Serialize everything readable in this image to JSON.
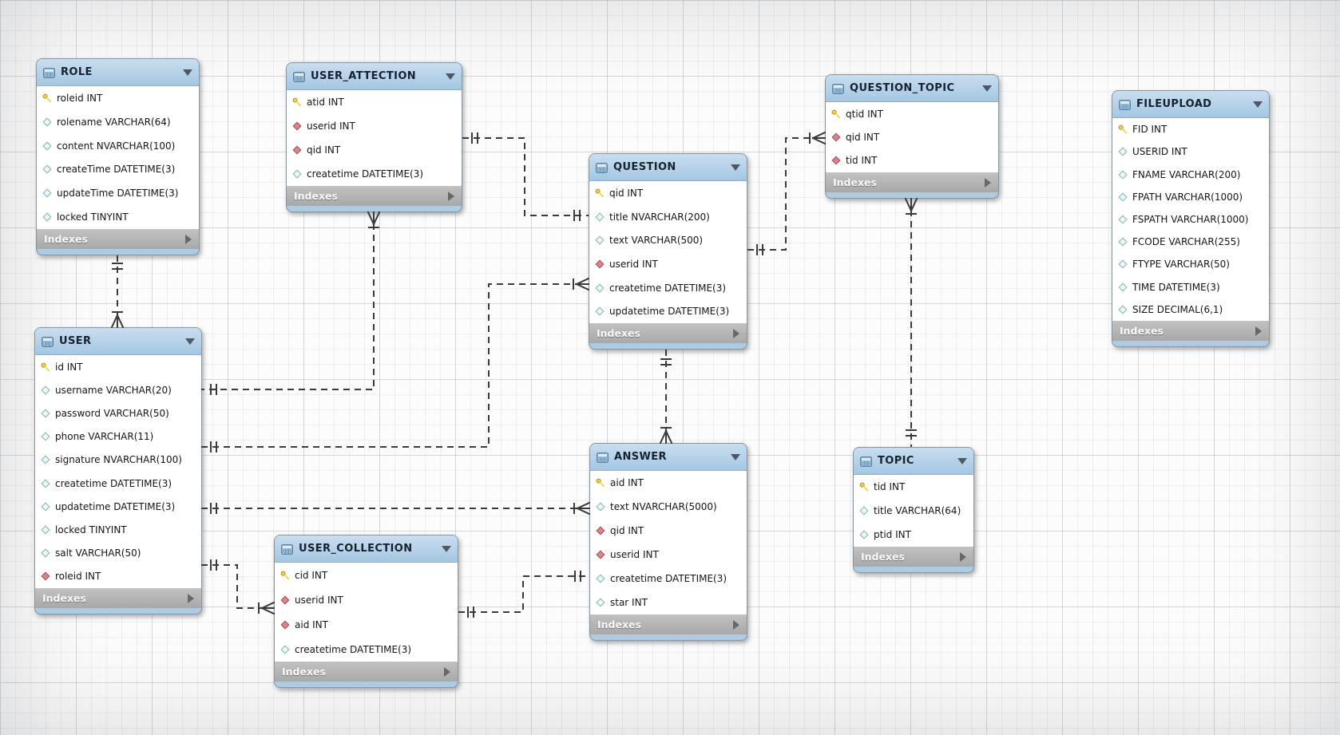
{
  "diagram": {
    "type": "EER database diagram",
    "indexes_label": "Indexes",
    "tables": [
      {
        "name": "ROLE",
        "columns": [
          {
            "icon": "key",
            "label": "roleid INT"
          },
          {
            "icon": "col",
            "label": "rolename VARCHAR(64)"
          },
          {
            "icon": "col",
            "label": "content NVARCHAR(100)"
          },
          {
            "icon": "col",
            "label": "createTime DATETIME(3)"
          },
          {
            "icon": "col",
            "label": "updateTime DATETIME(3)"
          },
          {
            "icon": "col",
            "label": "locked TINYINT"
          }
        ]
      },
      {
        "name": "USER_ATTECTION",
        "columns": [
          {
            "icon": "key",
            "label": "atid INT"
          },
          {
            "icon": "fk",
            "label": "userid INT"
          },
          {
            "icon": "fk",
            "label": "qid INT"
          },
          {
            "icon": "col",
            "label": "createtime DATETIME(3)"
          }
        ]
      },
      {
        "name": "QUESTION_TOPIC",
        "columns": [
          {
            "icon": "key",
            "label": "qtid INT"
          },
          {
            "icon": "fk",
            "label": "qid INT"
          },
          {
            "icon": "fk",
            "label": "tid INT"
          }
        ]
      },
      {
        "name": "FILEUPLOAD",
        "columns": [
          {
            "icon": "key",
            "label": "FID INT"
          },
          {
            "icon": "col",
            "label": "USERID INT"
          },
          {
            "icon": "col",
            "label": "FNAME VARCHAR(200)"
          },
          {
            "icon": "col",
            "label": "FPATH VARCHAR(1000)"
          },
          {
            "icon": "col",
            "label": "FSPATH VARCHAR(1000)"
          },
          {
            "icon": "col",
            "label": "FCODE VARCHAR(255)"
          },
          {
            "icon": "col",
            "label": "FTYPE VARCHAR(50)"
          },
          {
            "icon": "col",
            "label": "TIME DATETIME(3)"
          },
          {
            "icon": "col",
            "label": "SIZE DECIMAL(6,1)"
          }
        ]
      },
      {
        "name": "QUESTION",
        "columns": [
          {
            "icon": "key",
            "label": "qid INT"
          },
          {
            "icon": "col",
            "label": "title NVARCHAR(200)"
          },
          {
            "icon": "col",
            "label": "text VARCHAR(500)"
          },
          {
            "icon": "fk",
            "label": "userid INT"
          },
          {
            "icon": "col",
            "label": "createtime DATETIME(3)"
          },
          {
            "icon": "col",
            "label": "updatetime DATETIME(3)"
          }
        ]
      },
      {
        "name": "USER",
        "columns": [
          {
            "icon": "key",
            "label": "id INT"
          },
          {
            "icon": "col",
            "label": "username VARCHAR(20)"
          },
          {
            "icon": "col",
            "label": "password VARCHAR(50)"
          },
          {
            "icon": "col",
            "label": "phone VARCHAR(11)"
          },
          {
            "icon": "col",
            "label": "signature NVARCHAR(100)"
          },
          {
            "icon": "col",
            "label": "createtime DATETIME(3)"
          },
          {
            "icon": "col",
            "label": "updatetime DATETIME(3)"
          },
          {
            "icon": "col",
            "label": "locked TINYINT"
          },
          {
            "icon": "col",
            "label": "salt VARCHAR(50)"
          },
          {
            "icon": "fk",
            "label": "roleid INT"
          }
        ]
      },
      {
        "name": "USER_COLLECTION",
        "columns": [
          {
            "icon": "key",
            "label": "cid INT"
          },
          {
            "icon": "fk",
            "label": "userid INT"
          },
          {
            "icon": "fk",
            "label": "aid INT"
          },
          {
            "icon": "col",
            "label": "createtime DATETIME(3)"
          }
        ]
      },
      {
        "name": "ANSWER",
        "columns": [
          {
            "icon": "key",
            "label": "aid INT"
          },
          {
            "icon": "col",
            "label": "text NVARCHAR(5000)"
          },
          {
            "icon": "fk",
            "label": "qid INT"
          },
          {
            "icon": "fk",
            "label": "userid INT"
          },
          {
            "icon": "col",
            "label": "createtime DATETIME(3)"
          },
          {
            "icon": "col",
            "label": "star INT"
          }
        ]
      },
      {
        "name": "TOPIC",
        "columns": [
          {
            "icon": "key",
            "label": "tid INT"
          },
          {
            "icon": "col",
            "label": "title VARCHAR(64)"
          },
          {
            "icon": "col",
            "label": "ptid INT"
          }
        ]
      }
    ],
    "relationships": [
      {
        "id": "user_role",
        "from": "USER",
        "to": "ROLE",
        "from_cardinality": "many",
        "to_cardinality": "one",
        "style": "dashed"
      },
      {
        "id": "user_attection_user",
        "from": "USER_ATTECTION",
        "to": "USER",
        "from_cardinality": "many",
        "to_cardinality": "one",
        "style": "dashed"
      },
      {
        "id": "question_user",
        "from": "QUESTION",
        "to": "USER",
        "from_cardinality": "many",
        "to_cardinality": "one",
        "style": "dashed"
      },
      {
        "id": "answer_user",
        "from": "ANSWER",
        "to": "USER",
        "from_cardinality": "many",
        "to_cardinality": "one",
        "style": "dashed"
      },
      {
        "id": "user_collection_user",
        "from": "USER_COLLECTION",
        "to": "USER",
        "from_cardinality": "many",
        "to_cardinality": "one",
        "style": "dashed"
      },
      {
        "id": "user_attection_question",
        "from": "USER_ATTECTION",
        "to": "QUESTION",
        "from_cardinality": "one",
        "to_cardinality": "one",
        "style": "dashed"
      },
      {
        "id": "question_topic_question",
        "from": "QUESTION_TOPIC",
        "to": "QUESTION",
        "from_cardinality": "many",
        "to_cardinality": "one",
        "style": "dashed"
      },
      {
        "id": "question_topic_topic",
        "from": "QUESTION_TOPIC",
        "to": "TOPIC",
        "from_cardinality": "many",
        "to_cardinality": "one",
        "style": "dashed"
      },
      {
        "id": "answer_question",
        "from": "ANSWER",
        "to": "QUESTION",
        "from_cardinality": "many",
        "to_cardinality": "one",
        "style": "dashed"
      },
      {
        "id": "user_collection_answer",
        "from": "USER_COLLECTION",
        "to": "ANSWER",
        "from_cardinality": "one",
        "to_cardinality": "one",
        "style": "dashed"
      }
    ],
    "icons": {
      "table": "table-icon",
      "collapse": "collapse-arrow-icon",
      "expand_indexes": "expand-indexes-icon",
      "primary_key": "primary-key-icon",
      "foreign_key": "foreign-key-icon",
      "column": "column-icon"
    },
    "colors": {
      "header_blue": "#aecbe4",
      "indexes_gray": "#b2b2b2",
      "row_white": "#ffffff",
      "line": "#3a3a3a",
      "primary_key_yellow": "#f2d43c",
      "foreign_key_red": "#d9868c",
      "column_teal": "#8fbcbc",
      "canvas_grid": "#d9dcdf"
    }
  }
}
